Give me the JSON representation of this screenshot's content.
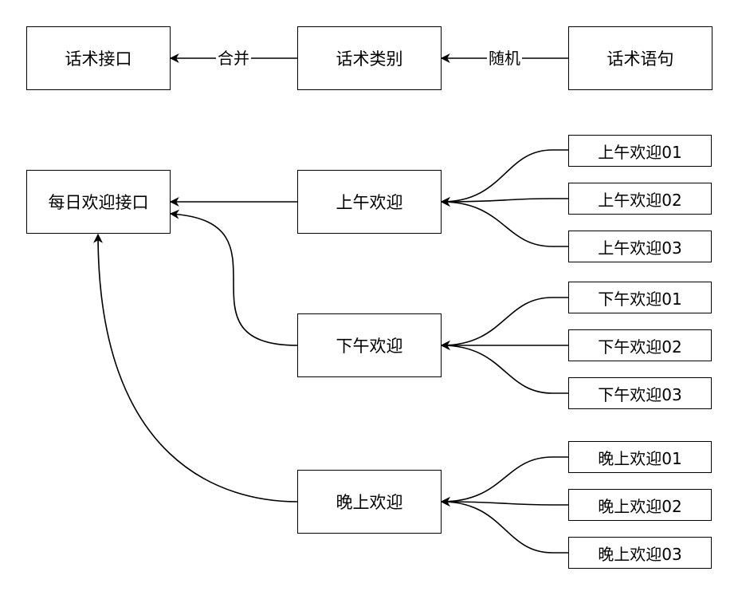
{
  "legend": {
    "interface": "话术接口",
    "category": "话术类别",
    "sentence": "话术语句",
    "merge_label": "合并",
    "random_label": "随机"
  },
  "main": {
    "root": "每日欢迎接口",
    "categories": [
      {
        "label": "上午欢迎",
        "items": [
          "上午欢迎01",
          "上午欢迎02",
          "上午欢迎03"
        ]
      },
      {
        "label": "下午欢迎",
        "items": [
          "下午欢迎01",
          "下午欢迎02",
          "下午欢迎03"
        ]
      },
      {
        "label": "晚上欢迎",
        "items": [
          "晚上欢迎01",
          "晚上欢迎02",
          "晚上欢迎03"
        ]
      }
    ]
  }
}
